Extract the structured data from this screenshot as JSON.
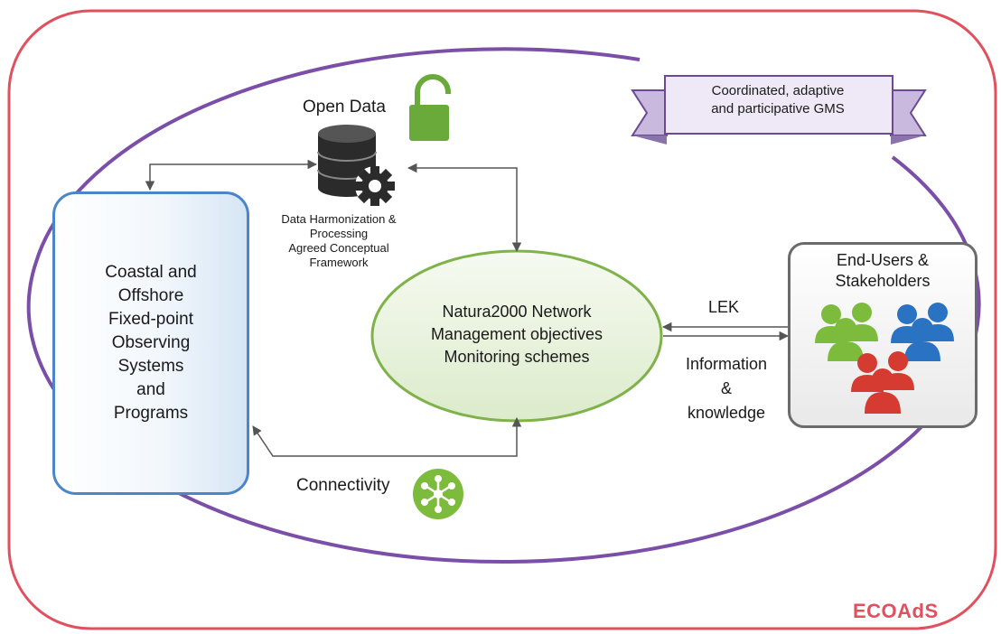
{
  "observing_systems": {
    "label": "Coastal and\nOffshore\nFixed-point\nObserving\nSystems\nand\nPrograms"
  },
  "open_data": {
    "label": "Open Data"
  },
  "data_processing": {
    "label": "Data Harmonization &\nProcessing\nAgreed Conceptual\nFramework"
  },
  "natura": {
    "label": "Natura2000 Network\nManagement objectives\nMonitoring schemes"
  },
  "end_users": {
    "label": "End-Users &\nStakeholders"
  },
  "flows": {
    "lek": "LEK",
    "information": "Information\n&\nknowledge"
  },
  "connectivity": {
    "label": "Connectivity"
  },
  "banner": {
    "label": "Coordinated, adaptive\nand participative GMS"
  },
  "framework": {
    "label": "ECOAdS"
  },
  "colors": {
    "outer_border": "#e0505e",
    "inner_ellipse": "#7b4fa8",
    "observing_border": "#4a86c8",
    "natura_border": "#7fb24a",
    "natura_fill": "#e8f2dd",
    "lock_green": "#6aaa3a",
    "people_green": "#7dbb3c",
    "people_blue": "#2a73c2",
    "people_red": "#d63b31"
  },
  "icons": [
    "lock-icon",
    "database-icon",
    "gear-icon",
    "connectivity-icon",
    "people-group-icon"
  ]
}
